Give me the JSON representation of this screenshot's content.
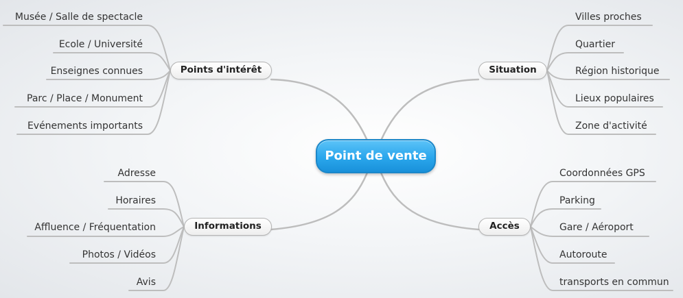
{
  "central": {
    "label": "Point de vente"
  },
  "branches": [
    {
      "label": "Points d'intérêt",
      "leaves": [
        "Musée / Salle de spectacle",
        "Ecole / Université",
        "Enseignes connues",
        "Parc / Place / Monument",
        "Evénements importants"
      ]
    },
    {
      "label": "Informations",
      "leaves": [
        "Adresse",
        "Horaires",
        "Affluence / Fréquentation",
        "Photos / Vidéos",
        "Avis"
      ]
    },
    {
      "label": "Situation",
      "leaves": [
        "Villes proches",
        "Quartier",
        "Région historique",
        "Lieux populaires",
        "Zone d'activité"
      ]
    },
    {
      "label": "Accès",
      "leaves": [
        "Coordonnées GPS",
        "Parking",
        "Gare / Aéroport",
        "Autoroute",
        "transports en commun"
      ]
    }
  ],
  "colors": {
    "central_fill": "#2aa6ec",
    "connector": "#bdbdbd",
    "branch_border": "#b3b3b3"
  }
}
